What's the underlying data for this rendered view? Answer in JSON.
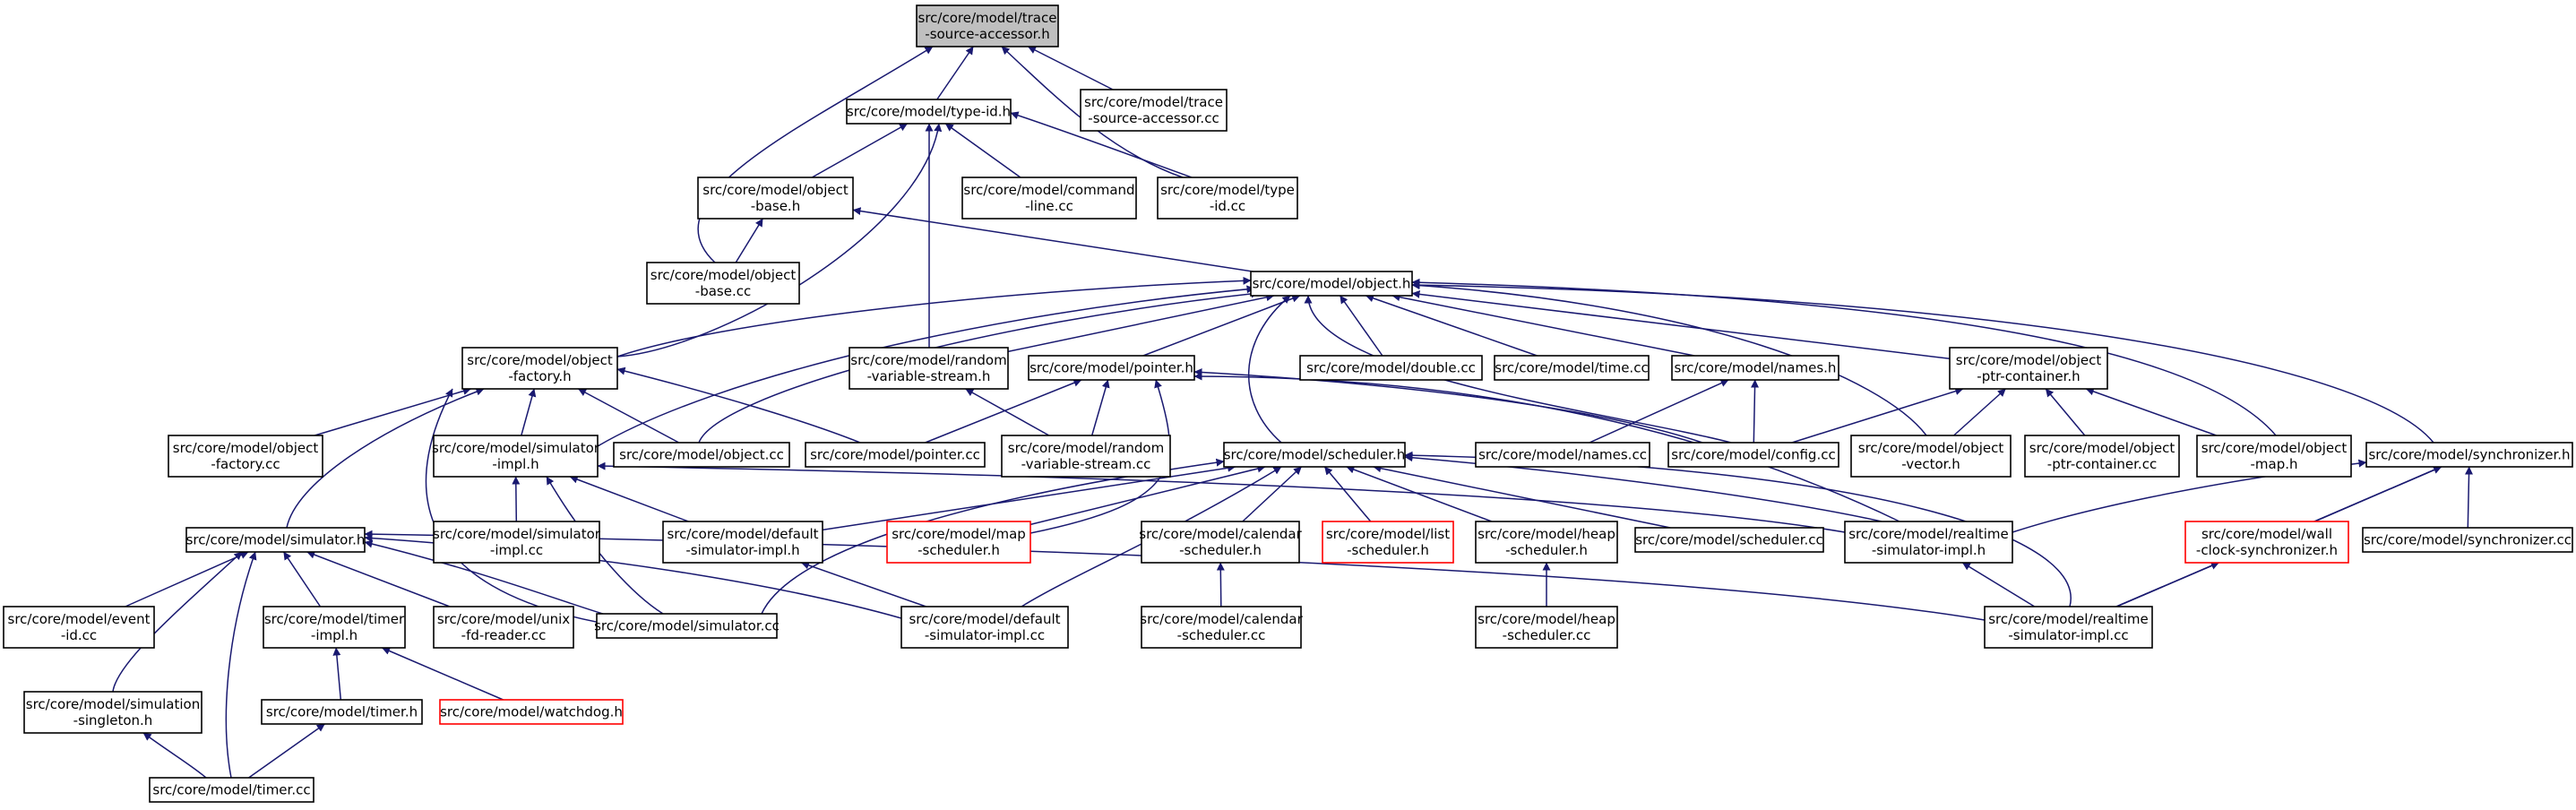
{
  "colors": {
    "edge": "#191970",
    "root_fill": "#bfbfbf",
    "node_fill": "#ffffff",
    "node_border": "#000000",
    "missing_border": "#ff0000"
  },
  "nodes": [
    {
      "id": "tsa_h",
      "lines": [
        "src/core/model/trace",
        "-source-accessor.h"
      ],
      "root": true
    },
    {
      "id": "typeid_h",
      "lines": [
        "src/core/model/type-id.h"
      ]
    },
    {
      "id": "tsa_cc",
      "lines": [
        "src/core/model/trace",
        "-source-accessor.cc"
      ]
    },
    {
      "id": "objbase_h",
      "lines": [
        "src/core/model/object",
        "-base.h"
      ]
    },
    {
      "id": "cmdline_cc",
      "lines": [
        "src/core/model/command",
        "-line.cc"
      ]
    },
    {
      "id": "typeid_cc",
      "lines": [
        "src/core/model/type",
        "-id.cc"
      ]
    },
    {
      "id": "objbase_cc",
      "lines": [
        "src/core/model/object",
        "-base.cc"
      ]
    },
    {
      "id": "object_h",
      "lines": [
        "src/core/model/object.h"
      ]
    },
    {
      "id": "objfactory_h",
      "lines": [
        "src/core/model/object",
        "-factory.h"
      ]
    },
    {
      "id": "randvar_h",
      "lines": [
        "src/core/model/random",
        "-variable-stream.h"
      ]
    },
    {
      "id": "pointer_h",
      "lines": [
        "src/core/model/pointer.h"
      ]
    },
    {
      "id": "double_cc",
      "lines": [
        "src/core/model/double.cc"
      ]
    },
    {
      "id": "time_cc",
      "lines": [
        "src/core/model/time.cc"
      ]
    },
    {
      "id": "names_h",
      "lines": [
        "src/core/model/names.h"
      ]
    },
    {
      "id": "ptrcont_h",
      "lines": [
        "src/core/model/object",
        "-ptr-container.h"
      ]
    },
    {
      "id": "objfactory_cc",
      "lines": [
        "src/core/model/object",
        "-factory.cc"
      ]
    },
    {
      "id": "simimpl_h",
      "lines": [
        "src/core/model/simulator",
        "-impl.h"
      ]
    },
    {
      "id": "object_cc",
      "lines": [
        "src/core/model/object.cc"
      ]
    },
    {
      "id": "pointer_cc",
      "lines": [
        "src/core/model/pointer.cc"
      ]
    },
    {
      "id": "randvar_cc",
      "lines": [
        "src/core/model/random",
        "-variable-stream.cc"
      ]
    },
    {
      "id": "scheduler_h",
      "lines": [
        "src/core/model/scheduler.h"
      ]
    },
    {
      "id": "names_cc",
      "lines": [
        "src/core/model/names.cc"
      ]
    },
    {
      "id": "config_cc",
      "lines": [
        "src/core/model/config.cc"
      ]
    },
    {
      "id": "objvector_h",
      "lines": [
        "src/core/model/object",
        "-vector.h"
      ]
    },
    {
      "id": "ptrcont_cc",
      "lines": [
        "src/core/model/object",
        "-ptr-container.cc"
      ]
    },
    {
      "id": "objmap_h",
      "lines": [
        "src/core/model/object",
        "-map.h"
      ]
    },
    {
      "id": "synchronizer_h",
      "lines": [
        "src/core/model/synchronizer.h"
      ]
    },
    {
      "id": "simulator_h",
      "lines": [
        "src/core/model/simulator.h"
      ]
    },
    {
      "id": "simimpl_cc",
      "lines": [
        "src/core/model/simulator",
        "-impl.cc"
      ]
    },
    {
      "id": "defsimimpl_h",
      "lines": [
        "src/core/model/default",
        "-simulator-impl.h"
      ]
    },
    {
      "id": "mapsched_h",
      "lines": [
        "src/core/model/map",
        "-scheduler.h"
      ],
      "missing": true
    },
    {
      "id": "calsched_h",
      "lines": [
        "src/core/model/calendar",
        "-scheduler.h"
      ]
    },
    {
      "id": "listsched_h",
      "lines": [
        "src/core/model/list",
        "-scheduler.h"
      ],
      "missing": true
    },
    {
      "id": "heapsched_h",
      "lines": [
        "src/core/model/heap",
        "-scheduler.h"
      ]
    },
    {
      "id": "scheduler_cc",
      "lines": [
        "src/core/model/scheduler.cc"
      ]
    },
    {
      "id": "rtsimimpl_h",
      "lines": [
        "src/core/model/realtime",
        "-simulator-impl.h"
      ]
    },
    {
      "id": "wallclock_h",
      "lines": [
        "src/core/model/wall",
        "-clock-synchronizer.h"
      ],
      "missing": true
    },
    {
      "id": "synchronizer_cc",
      "lines": [
        "src/core/model/synchronizer.cc"
      ]
    },
    {
      "id": "eventid_cc",
      "lines": [
        "src/core/model/event",
        "-id.cc"
      ]
    },
    {
      "id": "timerimpl_h",
      "lines": [
        "src/core/model/timer",
        "-impl.h"
      ]
    },
    {
      "id": "unixfd_cc",
      "lines": [
        "src/core/model/unix",
        "-fd-reader.cc"
      ]
    },
    {
      "id": "simulator_cc",
      "lines": [
        "src/core/model/simulator.cc"
      ]
    },
    {
      "id": "defsimimpl_cc",
      "lines": [
        "src/core/model/default",
        "-simulator-impl.cc"
      ]
    },
    {
      "id": "calsched_cc",
      "lines": [
        "src/core/model/calendar",
        "-scheduler.cc"
      ]
    },
    {
      "id": "heapsched_cc",
      "lines": [
        "src/core/model/heap",
        "-scheduler.cc"
      ]
    },
    {
      "id": "rtsimimpl_cc",
      "lines": [
        "src/core/model/realtime",
        "-simulator-impl.cc"
      ]
    },
    {
      "id": "simsingleton_h",
      "lines": [
        "src/core/model/simulation",
        "-singleton.h"
      ]
    },
    {
      "id": "timer_h",
      "lines": [
        "src/core/model/timer.h"
      ]
    },
    {
      "id": "watchdog_h",
      "lines": [
        "src/core/model/watchdog.h"
      ],
      "missing": true
    },
    {
      "id": "timer_cc",
      "lines": [
        "src/core/model/timer.cc"
      ]
    }
  ],
  "edges": [
    [
      "tsa_h",
      "typeid_h"
    ],
    [
      "tsa_h",
      "tsa_cc"
    ],
    [
      "tsa_h",
      "objbase_cc"
    ],
    [
      "tsa_h",
      "typeid_cc"
    ],
    [
      "typeid_h",
      "objbase_h"
    ],
    [
      "typeid_h",
      "cmdline_cc"
    ],
    [
      "typeid_h",
      "typeid_cc"
    ],
    [
      "typeid_h",
      "objfactory_h"
    ],
    [
      "typeid_h",
      "randvar_h"
    ],
    [
      "objbase_h",
      "objbase_cc"
    ],
    [
      "objbase_h",
      "object_h"
    ],
    [
      "object_h",
      "objfactory_h"
    ],
    [
      "object_h",
      "randvar_h"
    ],
    [
      "object_h",
      "pointer_h"
    ],
    [
      "object_h",
      "double_cc"
    ],
    [
      "object_h",
      "time_cc"
    ],
    [
      "object_h",
      "names_h"
    ],
    [
      "object_h",
      "ptrcont_h"
    ],
    [
      "object_h",
      "simimpl_h"
    ],
    [
      "object_h",
      "object_cc"
    ],
    [
      "object_h",
      "scheduler_h"
    ],
    [
      "object_h",
      "config_cc"
    ],
    [
      "object_h",
      "objvector_h"
    ],
    [
      "object_h",
      "objmap_h"
    ],
    [
      "object_h",
      "synchronizer_h"
    ],
    [
      "objfactory_h",
      "objfactory_cc"
    ],
    [
      "objfactory_h",
      "simimpl_h"
    ],
    [
      "objfactory_h",
      "object_cc"
    ],
    [
      "objfactory_h",
      "pointer_cc"
    ],
    [
      "objfactory_h",
      "simulator_h"
    ],
    [
      "objfactory_h",
      "simulator_cc"
    ],
    [
      "randvar_h",
      "randvar_cc"
    ],
    [
      "pointer_h",
      "pointer_cc"
    ],
    [
      "pointer_h",
      "randvar_cc"
    ],
    [
      "pointer_h",
      "config_cc"
    ],
    [
      "pointer_h",
      "mapsched_h"
    ],
    [
      "pointer_h",
      "rtsimimpl_h"
    ],
    [
      "names_h",
      "names_cc"
    ],
    [
      "names_h",
      "config_cc"
    ],
    [
      "ptrcont_h",
      "config_cc"
    ],
    [
      "ptrcont_h",
      "objvector_h"
    ],
    [
      "ptrcont_h",
      "ptrcont_cc"
    ],
    [
      "ptrcont_h",
      "objmap_h"
    ],
    [
      "simimpl_h",
      "simimpl_cc"
    ],
    [
      "simimpl_h",
      "defsimimpl_h"
    ],
    [
      "simimpl_h",
      "simulator_cc"
    ],
    [
      "simimpl_h",
      "rtsimimpl_h"
    ],
    [
      "scheduler_h",
      "defsimimpl_h"
    ],
    [
      "scheduler_h",
      "mapsched_h"
    ],
    [
      "scheduler_h",
      "calsched_h"
    ],
    [
      "scheduler_h",
      "listsched_h"
    ],
    [
      "scheduler_h",
      "heapsched_h"
    ],
    [
      "scheduler_h",
      "scheduler_cc"
    ],
    [
      "scheduler_h",
      "rtsimimpl_h"
    ],
    [
      "scheduler_h",
      "simulator_cc"
    ],
    [
      "scheduler_h",
      "defsimimpl_cc"
    ],
    [
      "scheduler_h",
      "rtsimimpl_cc"
    ],
    [
      "synchronizer_h",
      "rtsimimpl_h"
    ],
    [
      "synchronizer_h",
      "wallclock_h"
    ],
    [
      "synchronizer_h",
      "synchronizer_cc"
    ],
    [
      "synchronizer_h",
      "rtsimimpl_cc"
    ],
    [
      "simulator_h",
      "eventid_cc"
    ],
    [
      "simulator_h",
      "timerimpl_h"
    ],
    [
      "simulator_h",
      "unixfd_cc"
    ],
    [
      "simulator_h",
      "simulator_cc"
    ],
    [
      "simulator_h",
      "defsimimpl_cc"
    ],
    [
      "simulator_h",
      "rtsimimpl_cc"
    ],
    [
      "simulator_h",
      "simsingleton_h"
    ],
    [
      "simulator_h",
      "timer_cc"
    ],
    [
      "defsimimpl_h",
      "defsimimpl_cc"
    ],
    [
      "calsched_h",
      "calsched_cc"
    ],
    [
      "heapsched_h",
      "heapsched_cc"
    ],
    [
      "rtsimimpl_h",
      "rtsimimpl_cc"
    ],
    [
      "wallclock_h",
      "rtsimimpl_cc"
    ],
    [
      "timerimpl_h",
      "timer_h"
    ],
    [
      "timerimpl_h",
      "watchdog_h"
    ],
    [
      "timer_h",
      "timer_cc"
    ],
    [
      "simsingleton_h",
      "timer_cc"
    ]
  ]
}
